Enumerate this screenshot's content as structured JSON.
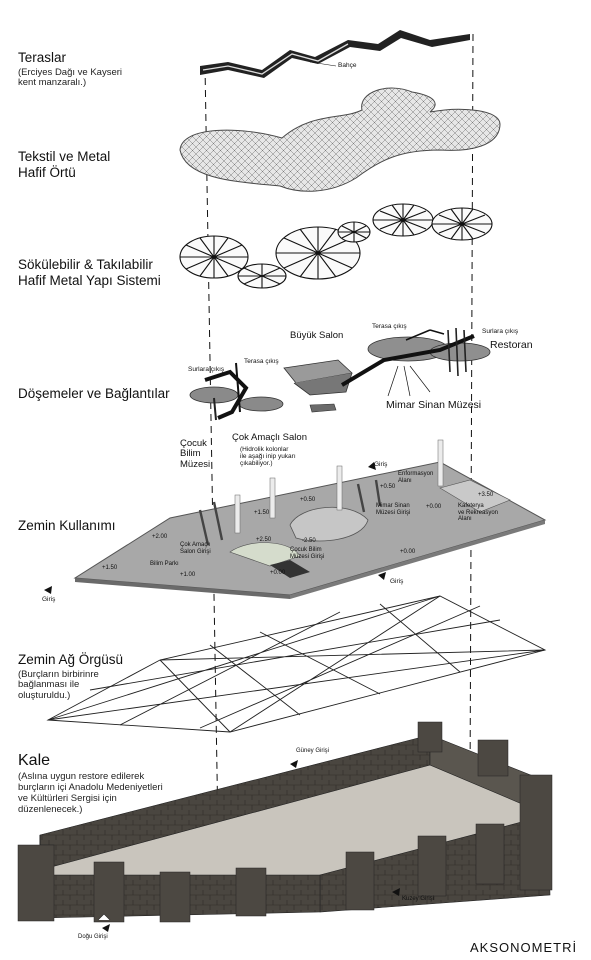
{
  "layers": [
    {
      "id": "teraslar",
      "title": "Teraslar",
      "subtitle_lines": [
        "(Erciyes Dağı ve Kayseri",
        "kent manzaralı.)"
      ]
    },
    {
      "id": "tekstil",
      "title_lines": [
        "Tekstil ve Metal",
        "Hafif Örtü"
      ]
    },
    {
      "id": "sokulebilir",
      "title_lines": [
        "Sökülebilir & Takılabilir",
        "Hafif Metal Yapı Sistemi"
      ]
    },
    {
      "id": "dosemeler",
      "title": "Döşemeler ve Bağlantılar"
    },
    {
      "id": "zemin-kullanimi",
      "title": "Zemin Kullanımı"
    },
    {
      "id": "zemin-ag",
      "title": "Zemin Ağ Örgüsü",
      "subtitle_lines": [
        "(Burçların birbirinre",
        "bağlanması ile",
        "oluşturuldu.)"
      ]
    },
    {
      "id": "kale",
      "title": "Kale",
      "subtitle_lines": [
        "(Aslına uygun restore edilerek",
        "burçların içi Anadolu Medeniyetleri",
        "ve Kültürleri Sergisi için",
        "düzenlenecek.)"
      ]
    }
  ],
  "callouts": {
    "bahce": "Bahçe",
    "buyuk_salon": "Büyük Salon",
    "restoran": "Restoran",
    "terasa_cikis_top": "Terasa çıkış",
    "surlara_cikis_right": "Surlara çıkış",
    "surlara_cikis_left": "Surlara çıkış",
    "terasa_cikis_left": "Terasa çıkış",
    "mimar_sinan_muzesi": "Mimar Sinan Müzesi",
    "cocuk_bilim_muzesi_lines": [
      "Çocuk",
      "Bilim",
      "Müzesi"
    ],
    "cok_amacli_salon": "Çok Amaçlı Salon",
    "hidrolik_lines": [
      "(Hidrolik kolonlar",
      "ile aşağı inip yukarı",
      "çıkabiliyor.)"
    ],
    "giris_top": "Giriş",
    "enformasyon_lines": [
      "Enformasyon",
      "Alanı"
    ],
    "mimar_sinan_girisi_lines": [
      "Mimar Sinan",
      "Müzesi Girişi"
    ],
    "kafeterya_lines": [
      "Kafeterya",
      "ve Rekreasyon",
      "Alanı"
    ],
    "cok_amacli_girisi_lines": [
      "Çok Amaçlı",
      "Salon Girişi"
    ],
    "cocuk_bilim_girisi_lines": [
      "Çocuk Bilim",
      "Müzesi Girişi"
    ],
    "bilim_parki": "Bilim Parkı",
    "giris_left": "Giriş",
    "giris_bottom": "Giriş",
    "guney_girisi": "Güney Girişi",
    "kuzey_girisi": "Kuzey Girişi",
    "dogu_girisi": "Doğu Girişi"
  },
  "elevations": {
    "plus_200": "+2.00",
    "plus_150": "+1.50",
    "plus_100": "+1.00",
    "plus_000_left": "+0.00",
    "plus_050_mid": "+0.50",
    "plus_150_mid": "+1.50",
    "plus_250": "+2.50",
    "minus_250": "-2.50",
    "plus_050_right": "+0.50",
    "plus_000_right": "+0.00",
    "plus_000_far": "+0.00",
    "plus_350": "+3.50"
  },
  "footer": "AKSONOMETRİ",
  "colors": {
    "stone_dark": "#3f3b36",
    "stone_mid": "#5d5850",
    "stone_light": "#8a857c",
    "slab": "#8c8c8c",
    "slab_dark": "#555555",
    "ink": "#111111"
  }
}
